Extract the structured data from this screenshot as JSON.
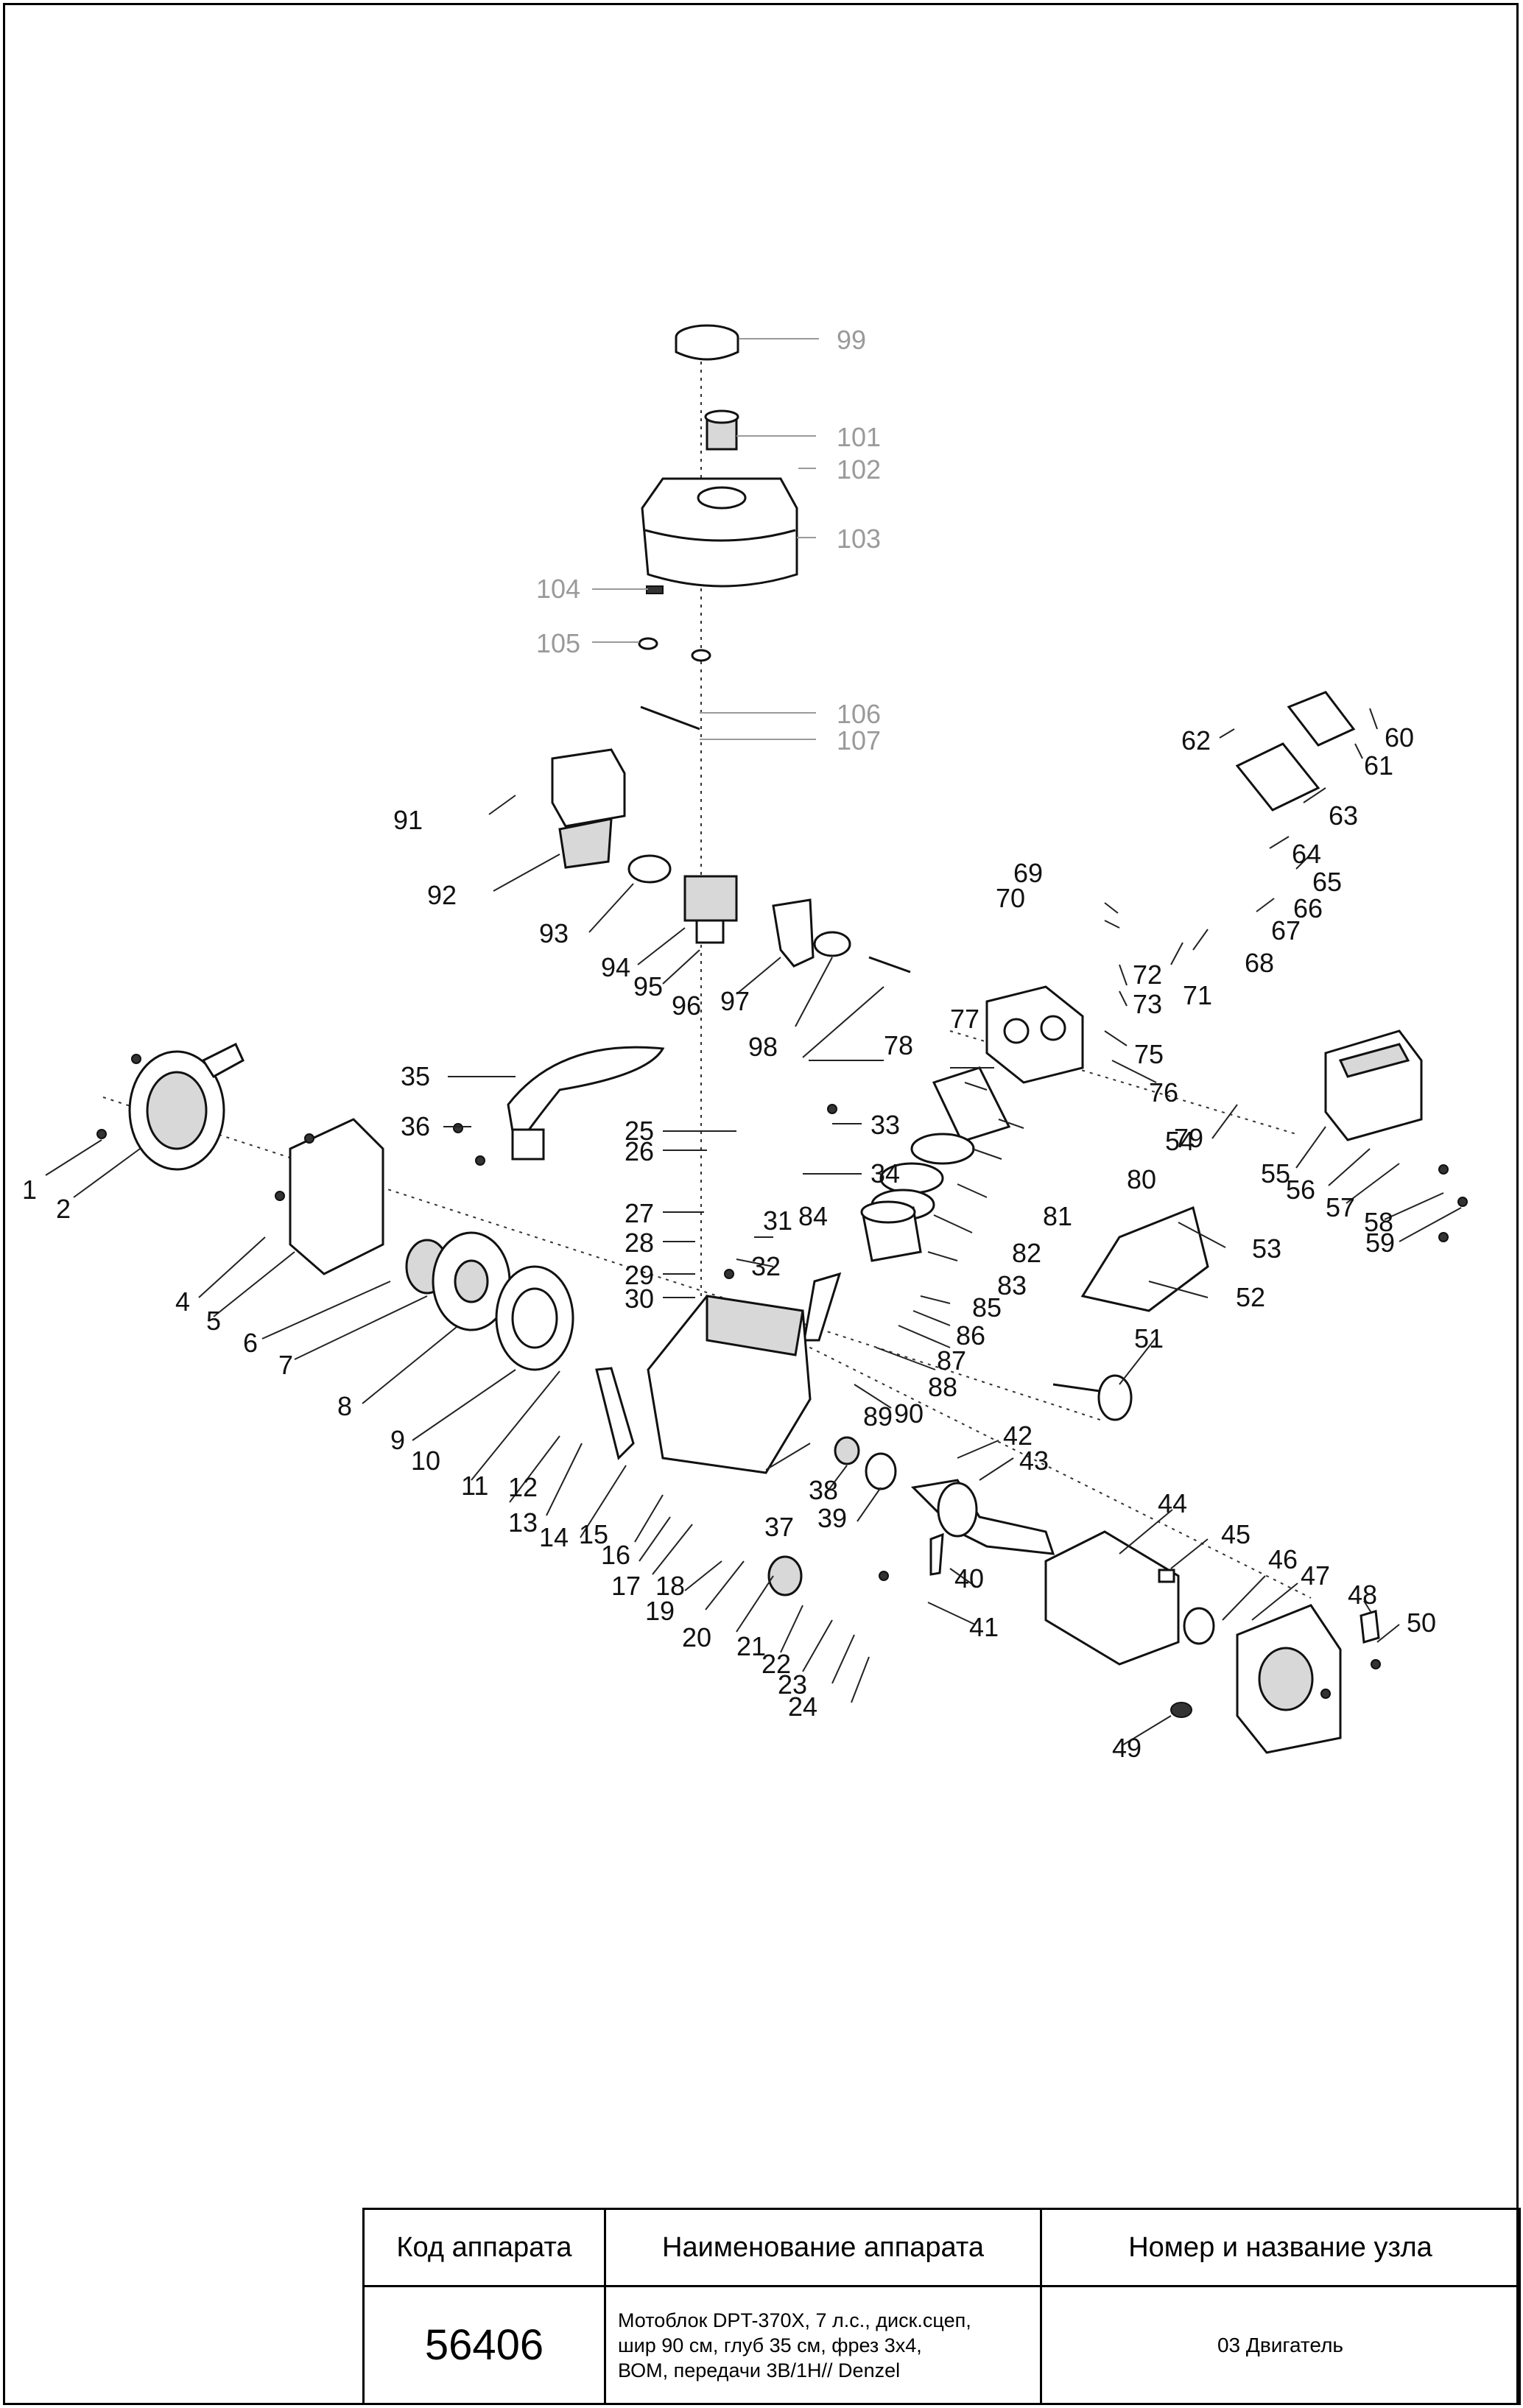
{
  "callouts": [
    "99",
    "101",
    "102",
    "103",
    "104",
    "105",
    "106",
    "107",
    "60",
    "61",
    "62",
    "63",
    "64",
    "65",
    "66",
    "67",
    "68",
    "69",
    "70",
    "71",
    "72",
    "73",
    "75",
    "76",
    "77",
    "78",
    "79",
    "80",
    "81",
    "82",
    "83",
    "84",
    "85",
    "86",
    "87",
    "88",
    "89",
    "90",
    "91",
    "92",
    "93",
    "94",
    "95",
    "96",
    "97",
    "98",
    "35",
    "36",
    "25",
    "26",
    "33",
    "34",
    "27",
    "28",
    "29",
    "30",
    "31",
    "32",
    "1",
    "2",
    "4",
    "5",
    "6",
    "7",
    "8",
    "9",
    "10",
    "11",
    "12",
    "13",
    "14",
    "15",
    "16",
    "17",
    "18",
    "19",
    "20",
    "21",
    "22",
    "23",
    "24",
    "37",
    "38",
    "39",
    "40",
    "41",
    "42",
    "43",
    "44",
    "45",
    "46",
    "47",
    "48",
    "49",
    "50",
    "51",
    "52",
    "53",
    "54",
    "55",
    "56",
    "57",
    "58",
    "59"
  ],
  "title_block": {
    "header_code": "Код аппарата",
    "header_name": "Наименование аппарата",
    "header_unit": "Номер и название узла",
    "code": "56406",
    "description_lines": [
      "Мотоблок DPT-370X, 7 л.с., диск.сцеп,",
      "шир 90 см, глуб 35 см, фрез 3х4,",
      "ВОМ, передачи 3В/1Н// Denzel"
    ],
    "unit": "03 Двигатель"
  }
}
